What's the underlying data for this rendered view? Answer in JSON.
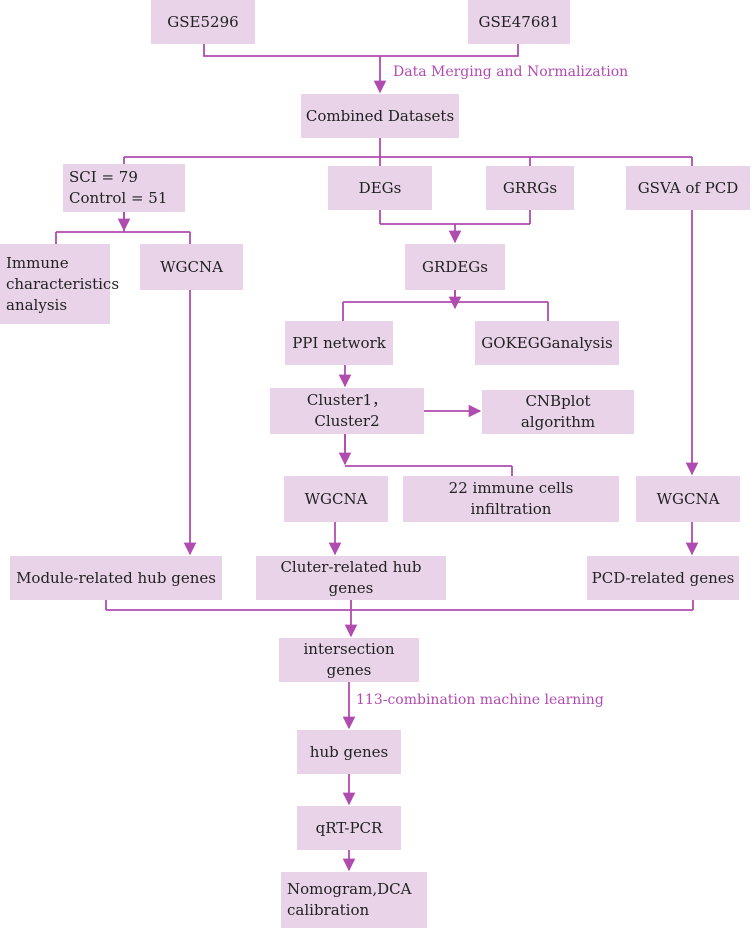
{
  "diagram": {
    "nodes": {
      "gse5296": "GSE5296",
      "gse47681": "GSE47681",
      "combined": "Combined Datasets",
      "samples": "SCI = 79\nControl = 51",
      "degs": "DEGs",
      "grrgs": "GRRGs",
      "gsva": "GSVA of PCD",
      "immune": "Immune\ncharacteristics\nanalysis",
      "wgcna_left": "WGCNA",
      "grdegs": "GRDEGs",
      "ppi": "PPI  network",
      "gokegg": "GOKEGGanalysis",
      "clusters": "Cluster1， Cluster2",
      "cnbplot": "CNBplot algorithm",
      "wgcna_mid": "WGCNA",
      "immune22": "22 immune cells infiltration",
      "wgcna_right": "WGCNA",
      "module_hub": "Module-related hub genes",
      "cluster_hub": "Cluter-related hub genes",
      "pcd_genes": "PCD-related genes",
      "intersection": "intersection genes",
      "hub": "hub genes",
      "qrtpcr": "qRT-PCR",
      "nomogram": "Nomogram,DCA\ncalibration"
    },
    "annotations": {
      "merge": "Data Merging and Normalization",
      "ml": "113-combination machine learning"
    },
    "colors": {
      "box_fill": "#e8d3e8",
      "line": "#b04bb0",
      "annotation_text": "#b04bb0",
      "box_text": "#222222"
    }
  }
}
